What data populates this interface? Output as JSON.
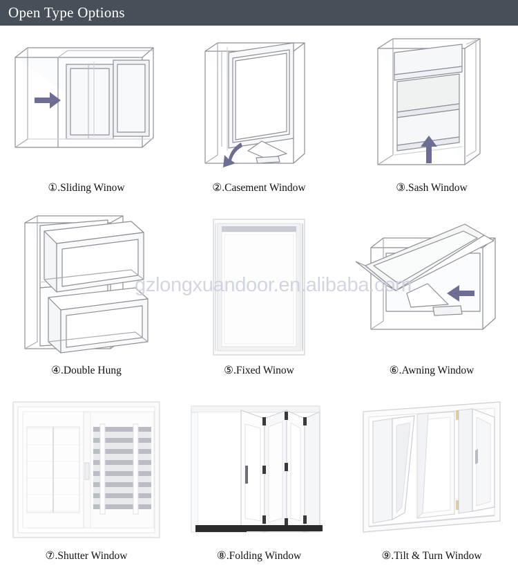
{
  "header": {
    "title": "Open Type Options",
    "background_color": "#475059",
    "text_color": "#ffffff"
  },
  "watermark": {
    "text": "gzlongxuandoor.en.alibaba.com",
    "color": "#c9cfdb"
  },
  "colors": {
    "arrow": "#6e6e94",
    "line": "#8d8f96",
    "glass": "#f4f6f8",
    "frame": "#ffffff",
    "shadow": "#d8dce2"
  },
  "grid": {
    "columns": 3,
    "rows": 3,
    "items": [
      {
        "index": "①",
        "number": 1,
        "caption": "①.Sliding Winow",
        "name": "sliding-window",
        "style": "line-drawing",
        "arrow": "right"
      },
      {
        "index": "②",
        "number": 2,
        "caption": "②.Casement Window",
        "name": "casement-window",
        "style": "line-drawing",
        "arrow": "curved-left"
      },
      {
        "index": "③",
        "number": 3,
        "caption": "③.Sash Window",
        "name": "sash-window",
        "style": "line-drawing",
        "arrow": "up"
      },
      {
        "index": "④",
        "number": 4,
        "caption": "④.Double Hung",
        "name": "double-hung-window",
        "style": "line-drawing",
        "arrow": "none"
      },
      {
        "index": "⑤",
        "number": 5,
        "caption": "⑤.Fixed Winow",
        "name": "fixed-window",
        "style": "photo",
        "arrow": "none"
      },
      {
        "index": "⑥",
        "number": 6,
        "caption": "⑥.Awning Window",
        "name": "awning-window",
        "style": "line-drawing",
        "arrow": "left"
      },
      {
        "index": "⑦",
        "number": 7,
        "caption": "⑦.Shutter Window",
        "name": "shutter-window",
        "style": "photo",
        "arrow": "none"
      },
      {
        "index": "⑧",
        "number": 8,
        "caption": "⑧.Folding Window",
        "name": "folding-window",
        "style": "photo",
        "arrow": "none"
      },
      {
        "index": "⑨",
        "number": 9,
        "caption": "⑨.Tilt & Turn Window",
        "name": "tilt-turn-window",
        "style": "photo",
        "arrow": "none"
      }
    ]
  }
}
